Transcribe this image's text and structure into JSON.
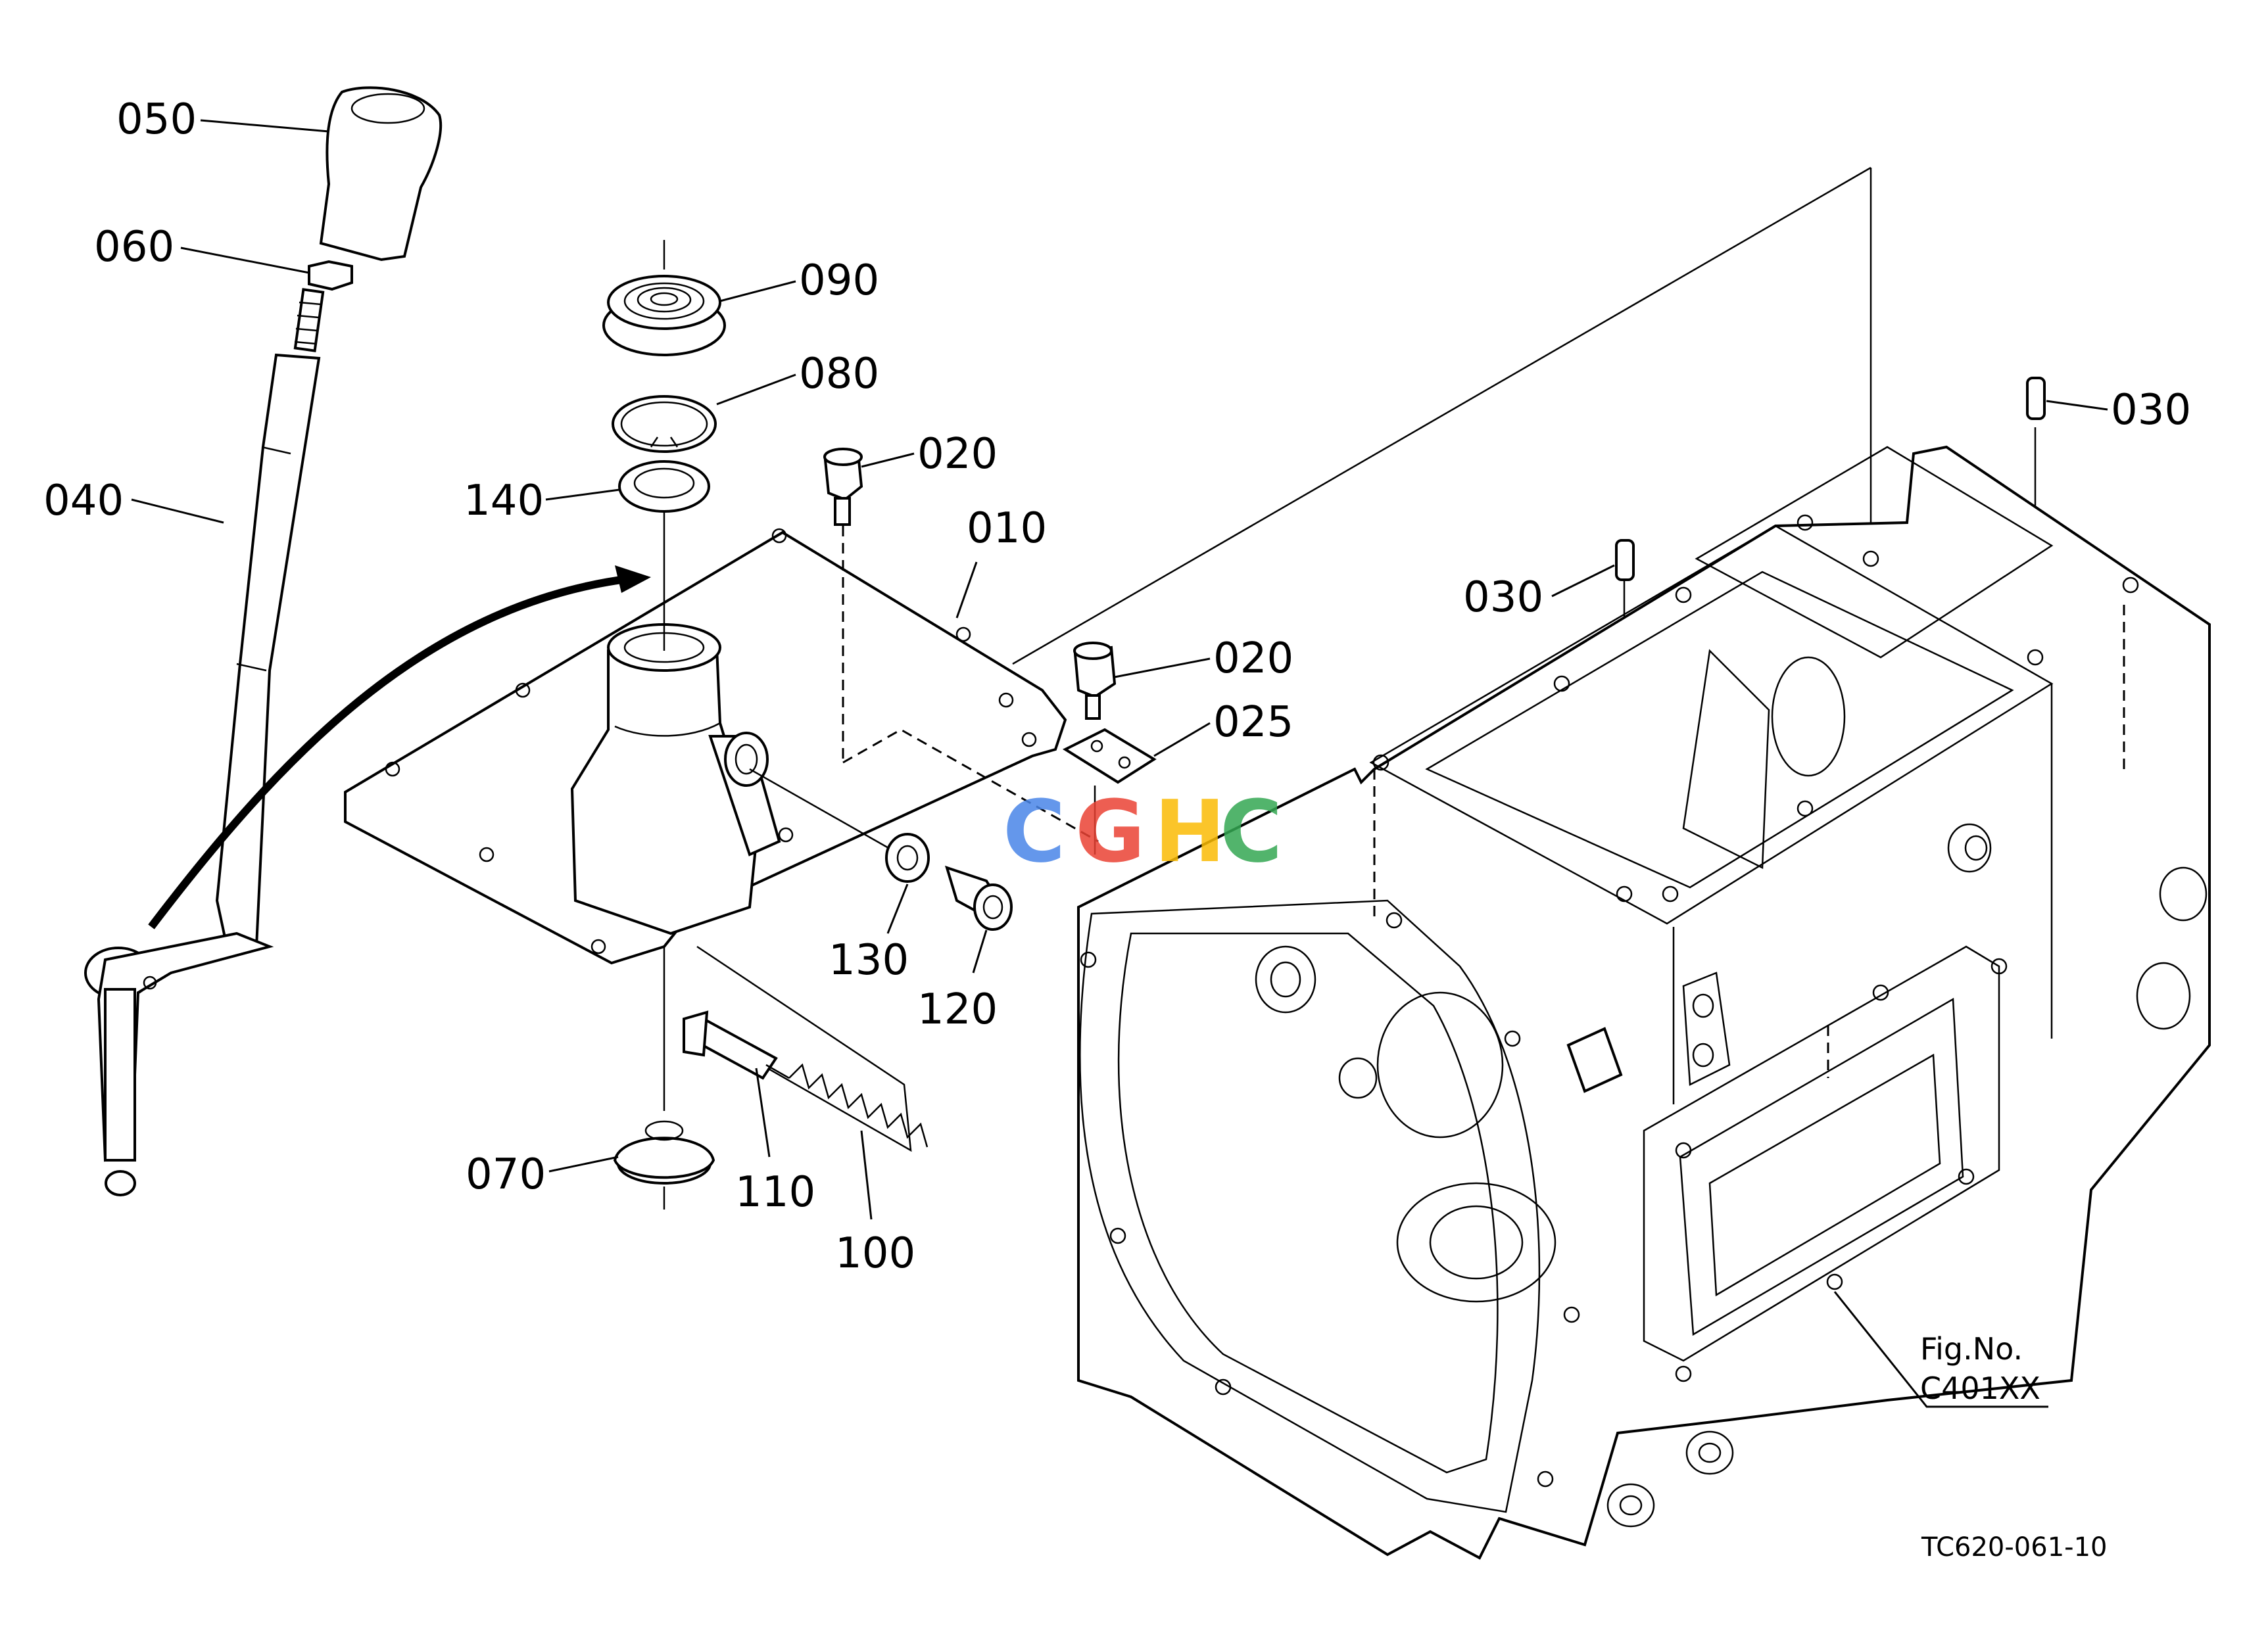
{
  "callouts": {
    "c010": "010",
    "c020a": "020",
    "c020b": "020",
    "c025": "025",
    "c030a": "030",
    "c030b": "030",
    "c040": "040",
    "c050": "050",
    "c060": "060",
    "c070": "070",
    "c080": "080",
    "c090": "090",
    "c100": "100",
    "c110": "110",
    "c120": "120",
    "c130": "130",
    "c140": "140"
  },
  "figure": {
    "fig_label": "Fig.No.",
    "fig_number": "C401XX",
    "drawing_code": "TC620-061-10"
  },
  "watermark": {
    "letters": [
      "C",
      "G",
      "H",
      "C"
    ],
    "colors": [
      "#4A86E8",
      "#EA4335",
      "#FBBC05",
      "#34A853"
    ]
  }
}
